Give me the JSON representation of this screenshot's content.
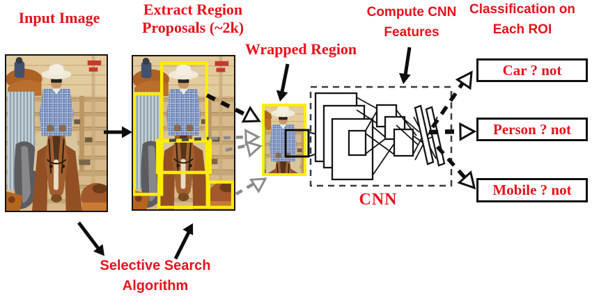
{
  "labels": {
    "input_image": "Input Image",
    "extract_line1": "Extract Region",
    "extract_line2": "Proposals (~2k)",
    "wrapped_region": "Wrapped Region",
    "compute_line1": "Compute CNN",
    "compute_line2": "Features",
    "classification_line1": "Classification on",
    "classification_line2": "Each ROI",
    "cnn": "CNN",
    "selective_line1": "Selective Search",
    "selective_line2": "Algorithm"
  },
  "classification": {
    "boxes": [
      {
        "label": "Car ? not"
      },
      {
        "label": "Person ? not"
      },
      {
        "label": "Mobile ? not"
      }
    ]
  },
  "colors": {
    "label_red": "#e8111a",
    "proposal_yellow": "#ffed00",
    "arrow_gray": "#8c8c8c",
    "border_black": "#0d0d0d"
  }
}
